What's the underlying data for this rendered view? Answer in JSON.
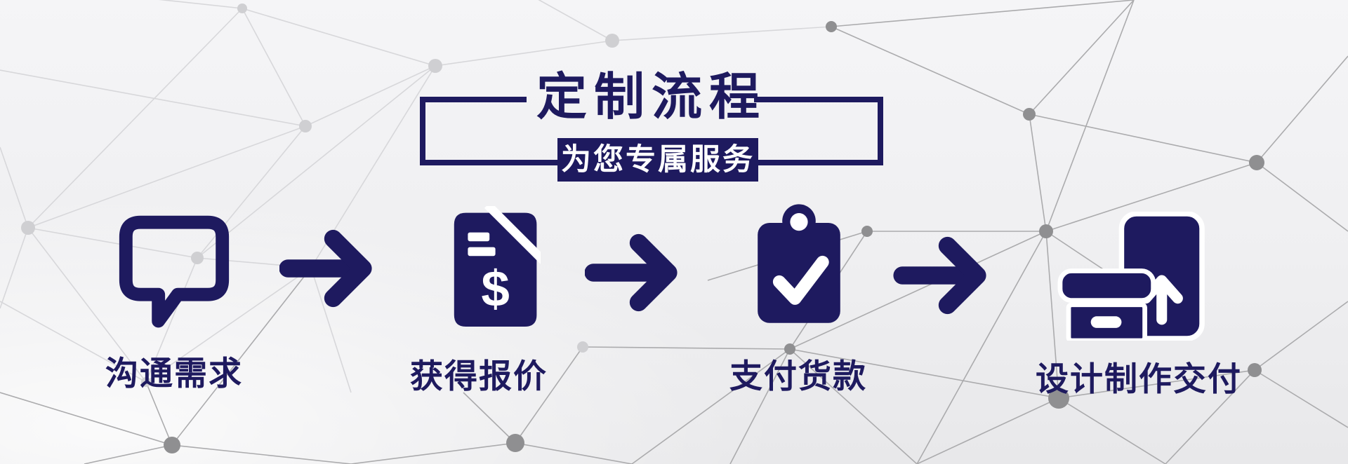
{
  "colors": {
    "navy": "#1e1a5f",
    "white": "#ffffff",
    "background_top": "#f5f5f7",
    "background_bottom": "#e8e8ea",
    "network_line_light": "#d7d7da",
    "network_line_dark": "#ababad",
    "network_node_light": "#cfcfd2",
    "network_node_dark": "#8f8f91"
  },
  "header": {
    "title": "定制流程",
    "subtitle": "为您专属服务"
  },
  "steps": [
    {
      "label": "沟通需求",
      "icon": "speech-bubble-icon"
    },
    {
      "label": "获得报价",
      "icon": "quote-document-icon",
      "icon_text": "$"
    },
    {
      "label": "支付货款",
      "icon": "payment-clipboard-icon"
    },
    {
      "label": "设计制作交付",
      "icon": "design-delivery-icon"
    }
  ],
  "flow": {
    "arrow_icon": "arrow-right-icon",
    "arrow_count": 3
  },
  "background": {
    "pattern": "polygon-network"
  }
}
